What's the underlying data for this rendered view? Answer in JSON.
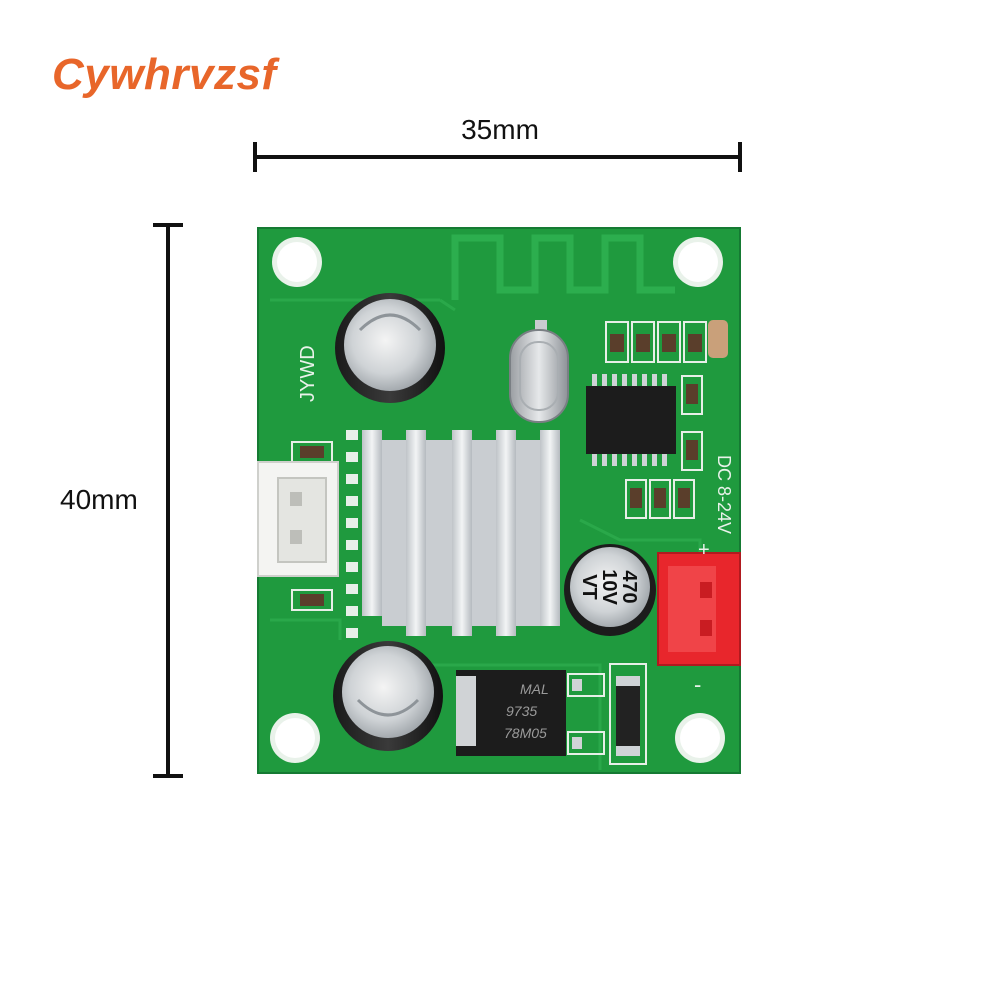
{
  "brand": {
    "text": "Cywhrvzsf",
    "color": "#e8662a"
  },
  "dimensions": {
    "width_label": "35mm",
    "height_label": "40mm"
  },
  "board": {
    "silkscreen_brand": "JYWD",
    "power_label": "DC 8-24V",
    "plus_mark": "+",
    "minus_mark": "-",
    "capacitor_small": {
      "line1": "470",
      "line2": "10V",
      "line3": "VT"
    },
    "regulator": {
      "line1": "MAL",
      "line2": "9735",
      "line3": "78M05"
    },
    "colors": {
      "pcb": "#1f9a3e",
      "pcb_dark": "#17823a",
      "connector_red": "#e8262c",
      "heatsink": "#d9dde0"
    }
  }
}
